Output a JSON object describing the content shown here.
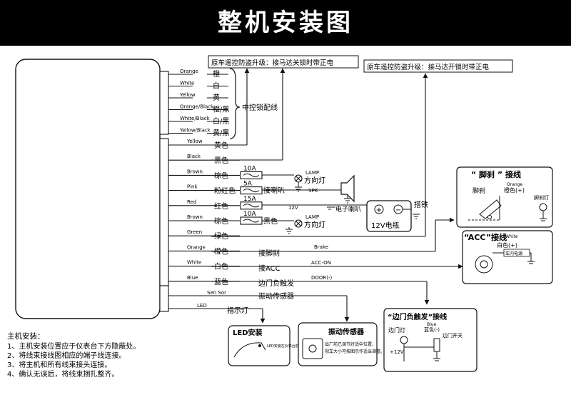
{
  "title": "整机安装图",
  "notes": {
    "upgrade_lock": "原车遥控防盗升级：接马达关锁时带正电",
    "upgrade_unlock": "原车遥控防盗升级：接马达开锁时带正电"
  },
  "lock_wires": [
    {
      "en": "Orange",
      "cn": "橙"
    },
    {
      "en": "White",
      "cn": "白"
    },
    {
      "en": "Yellow",
      "cn": "黄"
    },
    {
      "en": "Orange/Black",
      "cn": "橙/黑"
    },
    {
      "en": "White/Black",
      "cn": "白/黑"
    },
    {
      "en": "Yellow/Black",
      "cn": "黄/黑"
    }
  ],
  "lock_group_label": "中控锁配线",
  "wires": [
    {
      "en": "Yellow",
      "cn": "黄色"
    },
    {
      "en": "Black",
      "cn": "黑色"
    },
    {
      "en": "Brown",
      "cn": "棕色"
    },
    {
      "en": "Pink",
      "cn": "粉红色"
    },
    {
      "en": "Red",
      "cn": "红色"
    },
    {
      "en": "Brown",
      "cn": "棕色"
    },
    {
      "en": "Green",
      "cn": "绿色"
    },
    {
      "en": "Orange",
      "cn": "橙色"
    },
    {
      "en": "White",
      "cn": "白色"
    },
    {
      "en": "Blue",
      "cn": "蓝色"
    }
  ],
  "fuses": [
    "10A",
    "5A",
    "15A",
    "10A"
  ],
  "labels": {
    "lamp1": "LAMP",
    "turn1": "方向灯",
    "spk": "SPK",
    "horn": "接喇叭",
    "horn_elec": "电子喇叭",
    "v12": "12V",
    "black": "黑色",
    "lamp2": "LAMP",
    "turn2": "方向灯",
    "battery": "12V电瓶",
    "ground": "搭铁",
    "plus": "+",
    "minus": "−",
    "brake_cn": "接脚刹",
    "brake_en": "Brake",
    "acc_cn": "接ACC",
    "acc_en": "ACC-ON",
    "door_cn": "边门负触发",
    "door_en": "DOOR(-)",
    "sensor_en": "Sen Sor",
    "sensor_cn": "振动传感器",
    "led_en": "LED",
    "led_cn": "指示灯"
  },
  "brake_box": {
    "title": "“ 脚刹 ” 接线",
    "pedal": "脚刹",
    "orange_en": "Orange",
    "orange_cn": "橙色(+)",
    "lamp": "脚刹灯"
  },
  "acc_box": {
    "title": "“ACC”接线",
    "white_en": "White",
    "white_cn": "白色(+)",
    "power": "车内电源"
  },
  "door_box": {
    "title": "“边门负触发”接线",
    "lamp": "边门灯",
    "blue_en": "Blue",
    "blue_cn": "蓝色(-)",
    "switch": "边门开关",
    "plus12": "+12V"
  },
  "led_box": {
    "title": "LED安装",
    "note": "LED安装在仪表台前部位置"
  },
  "sensor_box": {
    "title": "振动传感器",
    "note1": "出厂前已调节好适中位置，",
    "note2": "视车大小可按图示作适当调整。"
  },
  "install": {
    "heading": "主机安装：",
    "steps": [
      "1、主机安装位置应于仪表台下方隐蔽处。",
      "2、将线束接线图相应的端子线连接。",
      "3、将主机和所有线束接头连接。",
      "4、确认无误后，将线束捆扎整齐。"
    ]
  }
}
